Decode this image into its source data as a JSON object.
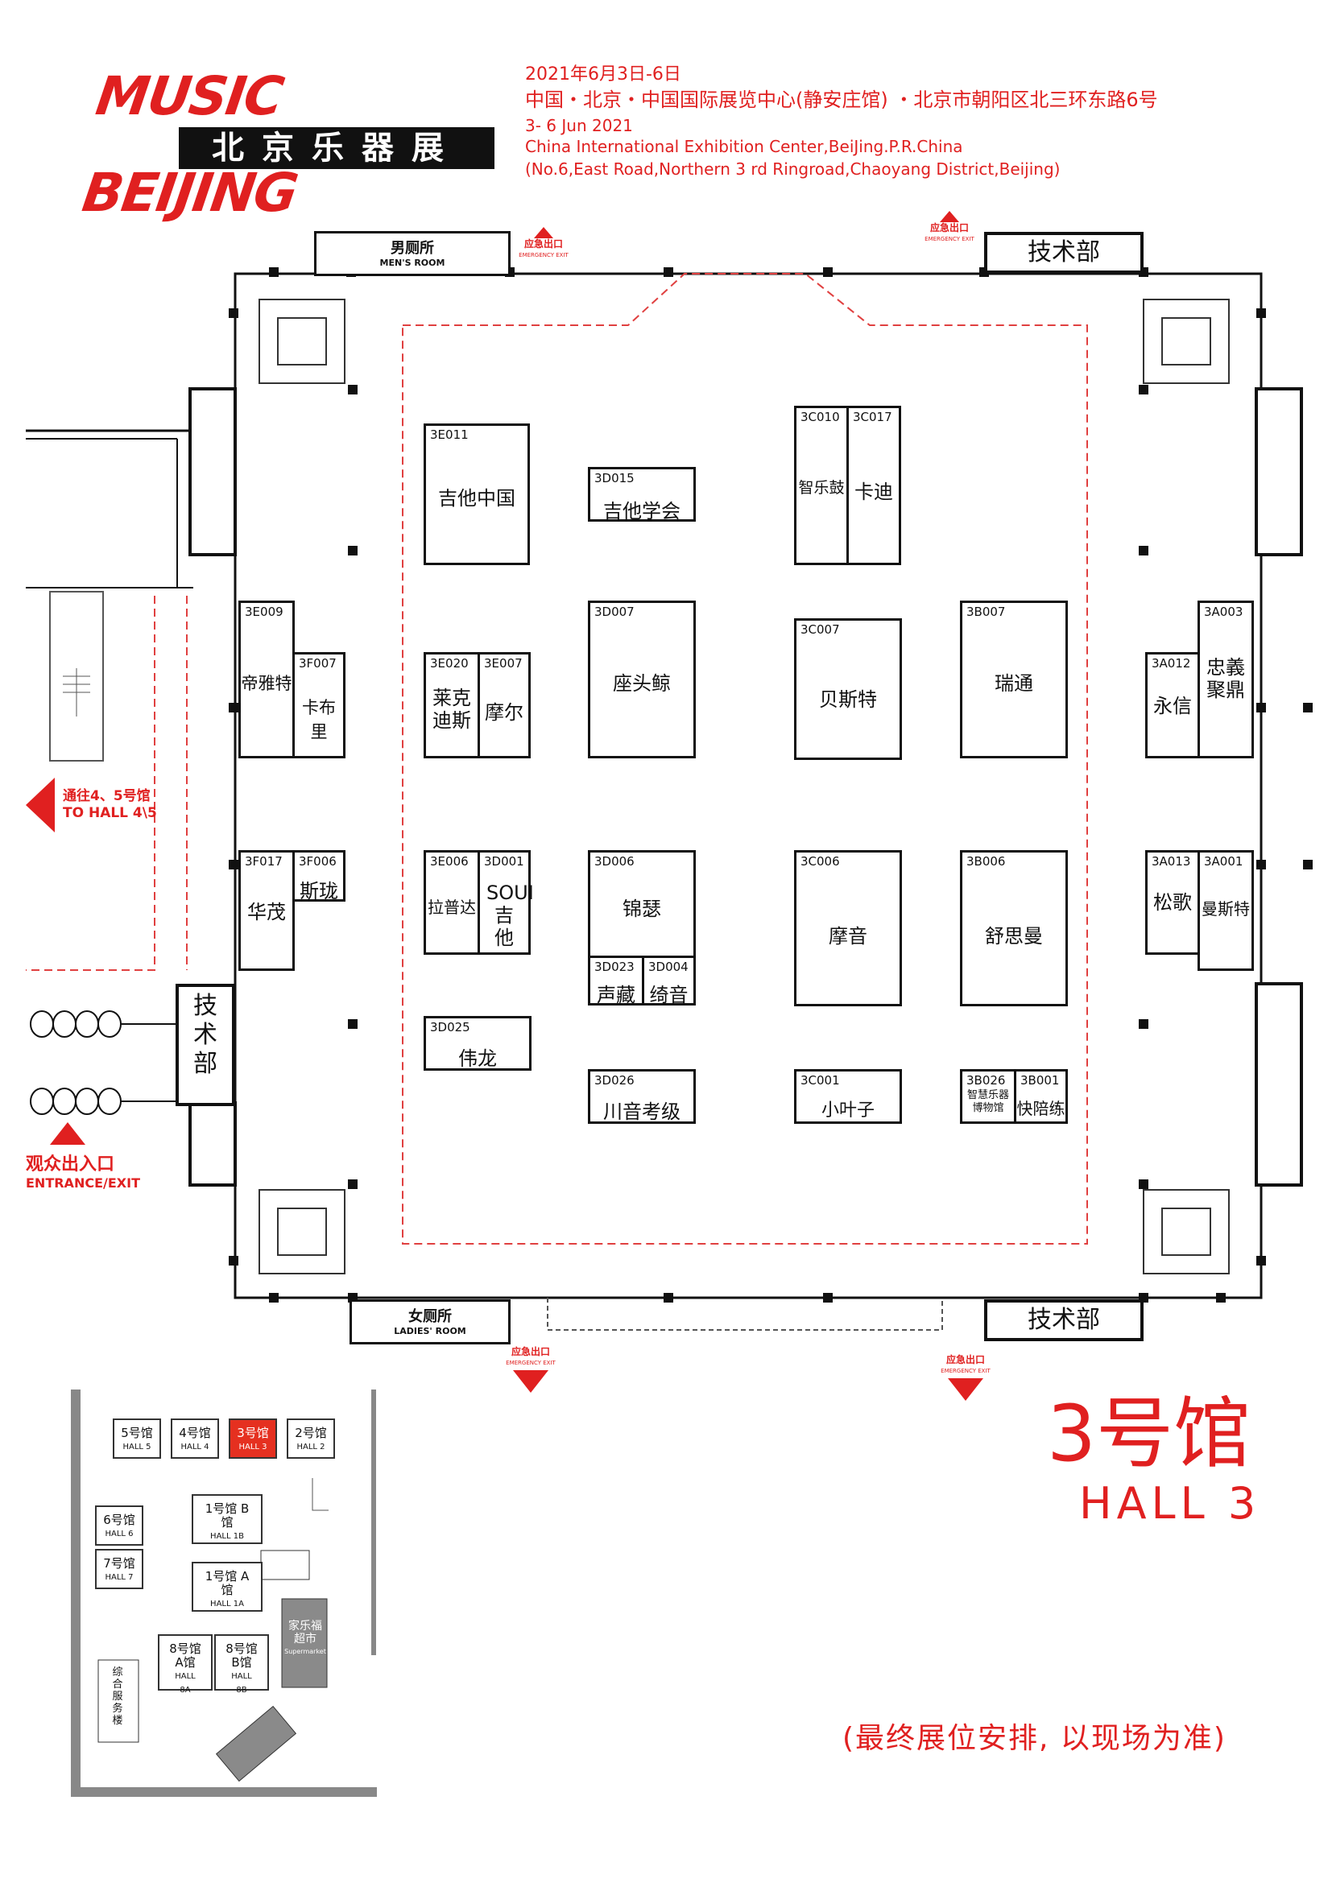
{
  "header": {
    "logo_script": "MUSIC BEIJING",
    "logo_cn": "北京乐器展",
    "date_cn": "2021年6月3日-6日",
    "venue_cn": "中国・北京・中国国际展览中心(静安庄馆) ・北京市朝阳区北三环东路6号",
    "date_en": "3- 6 Jun 2021",
    "venue_en": "China International Exhibition Center,BeiJing.P.R.China",
    "address_en": "(No.6,East Road,Northern 3 rd Ringroad,Chaoyang District,Beijing)"
  },
  "facilities": {
    "mens_room_cn": "男厕所",
    "mens_room_en": "MEN'S ROOM",
    "ladies_room_cn": "女厕所",
    "ladies_room_en": "LADIES' ROOM",
    "tech_dept": "技术部",
    "tech_dept_side": [
      "技",
      "术",
      "部"
    ],
    "emergency_exit_cn": "应急出口",
    "emergency_exit_en": "EMERGENCY EXIT",
    "to_hall_cn": "通往4、5号馆",
    "to_hall_en": "TO HALL 4\\5",
    "entrance_cn": "观众出入口",
    "entrance_en": "ENTRANCE/EXIT"
  },
  "booths": [
    {
      "code": "3E011",
      "name": "吉他中国"
    },
    {
      "code": "3D015",
      "name": "吉他学会"
    },
    {
      "code": "3C010",
      "name": "智乐鼓"
    },
    {
      "code": "3C017",
      "name": "卡迪"
    },
    {
      "code": "3E009",
      "name": "帝雅特"
    },
    {
      "code": "3F007",
      "name": "卡布里"
    },
    {
      "code": "3E020",
      "name": "莱克迪斯"
    },
    {
      "code": "3E007",
      "name": "摩尔"
    },
    {
      "code": "3D007",
      "name": "座头鲸"
    },
    {
      "code": "3C007",
      "name": "贝斯特"
    },
    {
      "code": "3B007",
      "name": "瑞通"
    },
    {
      "code": "3A012",
      "name": "永信"
    },
    {
      "code": "3A003",
      "name": "忠義聚鼎"
    },
    {
      "code": "3F017",
      "name": "华茂"
    },
    {
      "code": "3F006",
      "name": "斯珑"
    },
    {
      "code": "3E006",
      "name": "拉普达"
    },
    {
      "code": "3D001",
      "name": "SOUI吉他"
    },
    {
      "code": "3D006",
      "name": "锦瑟"
    },
    {
      "code": "3D023",
      "name": "声藏"
    },
    {
      "code": "3D004",
      "name": "绮音"
    },
    {
      "code": "3C006",
      "name": "摩音"
    },
    {
      "code": "3B006",
      "name": "舒思曼"
    },
    {
      "code": "3A013",
      "name": "松歌"
    },
    {
      "code": "3A001",
      "name": "曼斯特"
    },
    {
      "code": "3D025",
      "name": "伟龙"
    },
    {
      "code": "3D026",
      "name": "川音考级"
    },
    {
      "code": "3C001",
      "name": "小叶子"
    },
    {
      "code": "3B026",
      "name": "智慧乐器博物馆"
    },
    {
      "code": "3B001",
      "name": "快陪练"
    }
  ],
  "minimap": {
    "halls": [
      {
        "cn": "5号馆",
        "en": "HALL 5"
      },
      {
        "cn": "4号馆",
        "en": "HALL 4"
      },
      {
        "cn": "3号馆",
        "en": "HALL 3"
      },
      {
        "cn": "2号馆",
        "en": "HALL 2"
      },
      {
        "cn": "6号馆",
        "en": "HALL 6"
      },
      {
        "cn": "7号馆",
        "en": "HALL 7"
      },
      {
        "cn": "1号馆 B馆",
        "en": "HALL 1B"
      },
      {
        "cn": "1号馆 A馆",
        "en": "HALL 1A"
      },
      {
        "cn": "8号馆 A馆",
        "en": "HALL 8A"
      },
      {
        "cn": "8号馆 B馆",
        "en": "HALL 8B"
      }
    ],
    "supermarket_cn": "家乐福超市",
    "supermarket_en": "Supermarket",
    "service": "综合服务楼",
    "highlight_color": "#e53020"
  },
  "hall_title_cn": "3号馆",
  "hall_title_en": "HALL 3",
  "footnote": "(最终展位安排, 以现场为准)",
  "colors": {
    "accent": "#e02020",
    "line": "#111111"
  }
}
